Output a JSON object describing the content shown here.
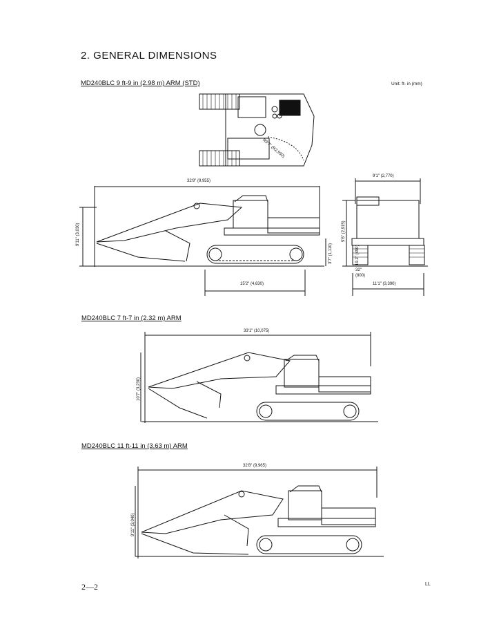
{
  "section_title": "2.  GENERAL DIMENSIONS",
  "unit_note": "Unit: ft- in (mm)",
  "figures": [
    {
      "caption": "MD240BLC 9 ft-9 in (2.98 m) ARM (STD)",
      "dims": {
        "overall_length": "32'8\" (9,955)",
        "height": "9'11\" (3,030)",
        "track_length": "15'2\" (4,630)",
        "clearance": "3'7\" (1,110)",
        "tail_radius": "R9'7\" (R2,930)",
        "width_upper": "9'1\" (2,770)",
        "cab_height": "9'6\" (2,915)",
        "ground_clear": "19.2\" (490)",
        "shoe_width": "32\" (800)",
        "overall_width": "11'1\" (3,390)"
      }
    },
    {
      "caption": "MD240BLC 7 ft-7 in (2.32 m) ARM",
      "dims": {
        "overall_length": "33'1\" (10,075)",
        "height": "10'7\" (3,230)"
      }
    },
    {
      "caption": "MD240BLC 11 ft-11 in (3.63 m) ARM",
      "dims": {
        "overall_length": "32'8\" (9,965)",
        "height": "9'11\" (3,040)"
      }
    }
  ],
  "page_number": "2—2",
  "footer_code": "LL"
}
